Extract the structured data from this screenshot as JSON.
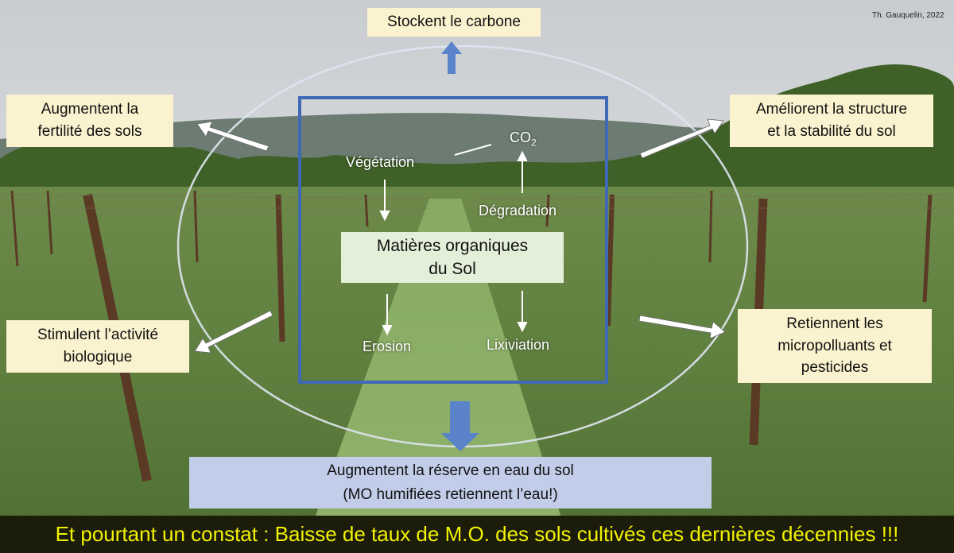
{
  "credit": "Th. Gauquelin, 2022",
  "center": {
    "line1": "Matières organiques",
    "line2": "du Sol"
  },
  "processes": {
    "vegetation": "Végétation",
    "co2_main": "CO",
    "co2_sub": "2",
    "degradation": "Dégradation",
    "erosion": "Erosion",
    "lixiviation": "Lixiviation"
  },
  "effects": {
    "top": "Stockent le carbone",
    "left_top": {
      "line1": "Augmentent la",
      "line2": "fertilité des sols"
    },
    "right_top": {
      "line1": "Améliorent la structure",
      "line2": "et la stabilité du sol"
    },
    "left_bottom": {
      "line1": "Stimulent l’activité",
      "line2": "biologique"
    },
    "right_bottom": {
      "line1": "Retiennent les",
      "line2": "micropolluants et",
      "line3": "pesticides"
    },
    "bottom": {
      "line1": "Augmentent la réserve en eau du sol",
      "line2": "(MO humifiées retiennent l’eau!)"
    }
  },
  "banner": "Et pourtant un constat : Baisse de taux de M.O. des sols cultivés ces dernières décennies !!!",
  "colors": {
    "effect_box": "#fbf2cf",
    "center_box": "#e3efd9",
    "water_box": "#c2cde9",
    "frame_blue": "#3f68b5",
    "banner_text": "#f2f200",
    "banner_bg": "#1c1c0a"
  }
}
